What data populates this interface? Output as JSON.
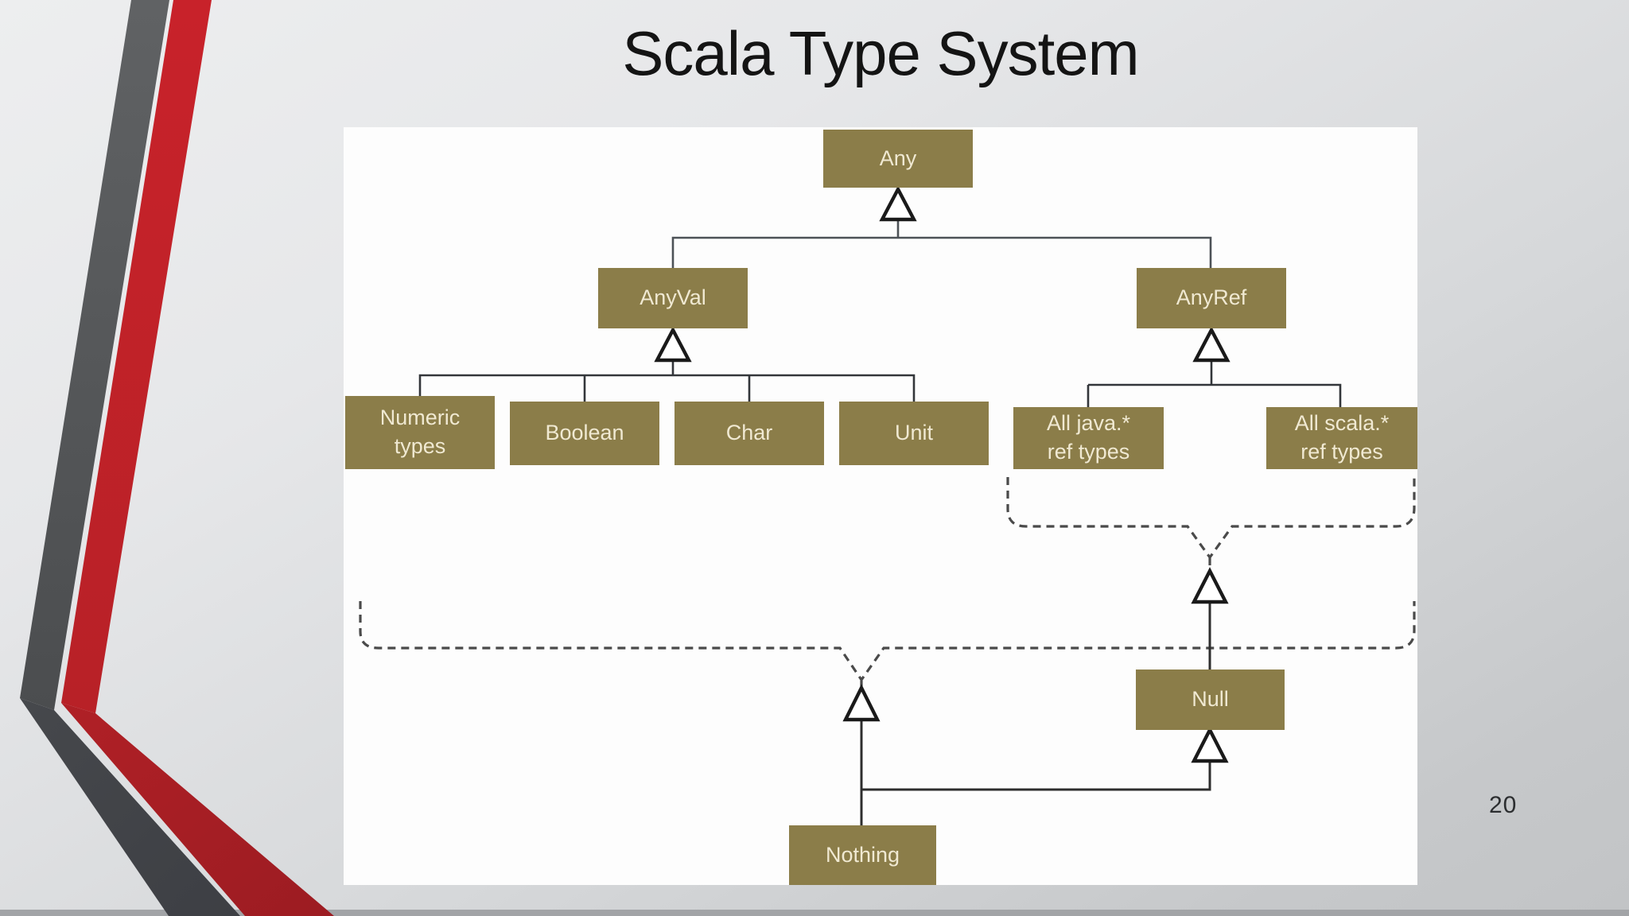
{
  "slide": {
    "title": "Scala Type System",
    "page_number": "20",
    "colors": {
      "background_top": "#edeeef",
      "background_bottom": "#c2c4c6",
      "panel": "#fdfdfd",
      "box_fill": "#8b7d49",
      "box_text": "#f0e9d2",
      "stripe_gray": "#5b5d5f",
      "stripe_gray_dark": "#43454a",
      "stripe_red": "#c4222a",
      "stripe_red_dark": "#a81f24",
      "solid_line": "#4d5257",
      "dashed_line": "#4a4a4a",
      "arrow_fill": "#ffffff",
      "arrow_stroke": "#1a1a1a"
    }
  },
  "diagram": {
    "nodes": {
      "any": {
        "label": "Any"
      },
      "anyval": {
        "label": "AnyVal"
      },
      "anyref": {
        "label": "AnyRef"
      },
      "numeric": {
        "label": "Numeric types"
      },
      "boolean": {
        "label": "Boolean"
      },
      "char": {
        "label": "Char"
      },
      "unit": {
        "label": "Unit"
      },
      "java_ref": {
        "label": "All java.* ref types"
      },
      "scala_ref": {
        "label": "All scala.* ref types"
      },
      "null": {
        "label": "Null"
      },
      "nothing": {
        "label": "Nothing"
      }
    },
    "edges": [
      {
        "from": "AnyVal",
        "to": "Any",
        "style": "solid-inheritance"
      },
      {
        "from": "AnyRef",
        "to": "Any",
        "style": "solid-inheritance"
      },
      {
        "from": "Numeric types",
        "to": "AnyVal",
        "style": "solid-inheritance"
      },
      {
        "from": "Boolean",
        "to": "AnyVal",
        "style": "solid-inheritance"
      },
      {
        "from": "Char",
        "to": "AnyVal",
        "style": "solid-inheritance"
      },
      {
        "from": "Unit",
        "to": "AnyVal",
        "style": "solid-inheritance"
      },
      {
        "from": "All java.* ref types",
        "to": "AnyRef",
        "style": "solid-inheritance"
      },
      {
        "from": "All scala.* ref types",
        "to": "AnyRef",
        "style": "solid-inheritance"
      },
      {
        "from": "Null",
        "to": "all AnyRef subtypes",
        "style": "dashed-group-inheritance"
      },
      {
        "from": "Nothing",
        "to": "all types",
        "style": "dashed-group-inheritance"
      },
      {
        "from": "Nothing",
        "to": "Null",
        "style": "solid-inheritance"
      }
    ]
  }
}
